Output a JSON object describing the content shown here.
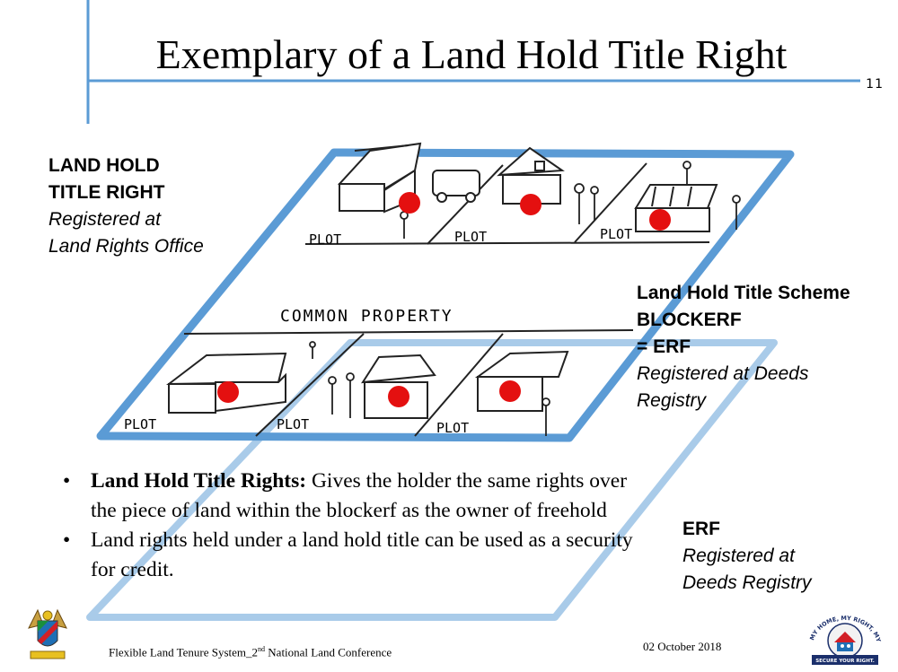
{
  "title": "Exemplary of a Land Hold Title Right",
  "page_number": "11",
  "land_hold_label": {
    "line1": "LAND HOLD",
    "line2": "TITLE RIGHT",
    "line3": "Registered at",
    "line4": "Land Rights Office"
  },
  "scheme_label": {
    "line1": "Land Hold Title Scheme",
    "line2": "BLOCKERF",
    "line3": "= ERF",
    "line4": "Registered at Deeds",
    "line5": "Registry"
  },
  "erf_label": {
    "line1": "ERF",
    "line2": "Registered at",
    "line3": "Deeds Registry"
  },
  "sketch": {
    "common_property": "COMMON PROPERTY",
    "plot": "PLOT"
  },
  "bullets": [
    {
      "bold": "Land Hold Title Rights:",
      "text": " Gives the holder the same rights over the piece of land within the blockerf as the owner of freehold"
    },
    {
      "bold": "",
      "text": "Land rights held under a land hold title can be used as a security for credit."
    }
  ],
  "footer": {
    "text_before": "Flexible Land Tenure System_2",
    "superscript": "nd",
    "text_after": " National Land Conference",
    "date": "02 October 2018"
  },
  "logo_right": {
    "arc_text": "MY HOME, MY RIGHT, MY PRIDE",
    "banner_text": "SECURE YOUR RIGHT."
  },
  "colors": {
    "accent_blue": "#5b9bd5",
    "light_blue": "#9dc3e6",
    "plot_dot": "#e41010"
  }
}
